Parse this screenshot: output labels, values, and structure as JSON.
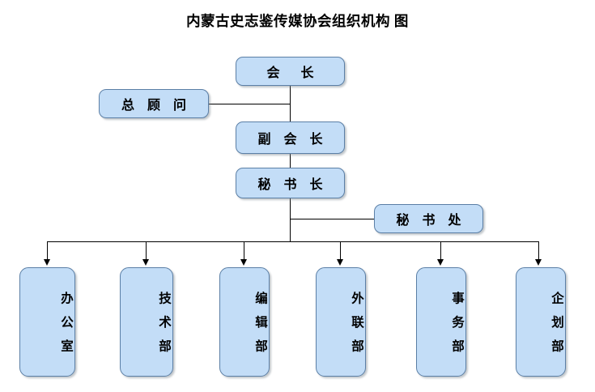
{
  "title": "内蒙古史志鉴传媒协会组织机构 图",
  "theme": {
    "node_fill": "#c3ddf7",
    "node_border": "#5b7fa6",
    "connector": "#000000",
    "background": "#ffffff",
    "text": "#000000"
  },
  "chart_data": {
    "type": "diagram",
    "diagram_type": "organization-chart",
    "title": "内蒙古史志鉴传媒协会组织机构 图",
    "orientation": "top-down",
    "nodes": [
      {
        "id": "president",
        "label": "会  长",
        "level": 0,
        "shape": "rounded-rect",
        "text_direction": "horizontal"
      },
      {
        "id": "chief-advisor",
        "label": "总 顾 问",
        "level": 1,
        "shape": "rounded-rect",
        "text_direction": "horizontal"
      },
      {
        "id": "vice-president",
        "label": "副 会 长",
        "level": 1,
        "shape": "rounded-rect",
        "text_direction": "horizontal"
      },
      {
        "id": "secretary-general",
        "label": "秘 书 长",
        "level": 2,
        "shape": "rounded-rect",
        "text_direction": "horizontal"
      },
      {
        "id": "secretariat",
        "label": "秘 书 处",
        "level": 3,
        "shape": "rounded-rect",
        "text_direction": "horizontal"
      },
      {
        "id": "office",
        "label": "办公室",
        "level": 4,
        "shape": "rounded-rect-tall",
        "text_direction": "vertical"
      },
      {
        "id": "technology-dept",
        "label": "技术部",
        "level": 4,
        "shape": "rounded-rect-tall",
        "text_direction": "vertical"
      },
      {
        "id": "editorial-dept",
        "label": "编辑部",
        "level": 4,
        "shape": "rounded-rect-tall",
        "text_direction": "vertical"
      },
      {
        "id": "liaison-dept",
        "label": "外联部",
        "level": 4,
        "shape": "rounded-rect-tall",
        "text_direction": "vertical"
      },
      {
        "id": "affairs-dept",
        "label": "事务部",
        "level": 4,
        "shape": "rounded-rect-tall",
        "text_direction": "vertical"
      },
      {
        "id": "planning-dept",
        "label": "企划部",
        "level": 4,
        "shape": "rounded-rect-tall",
        "text_direction": "vertical"
      }
    ],
    "edges": [
      {
        "from": "president",
        "to": "vice-president",
        "style": "line",
        "arrow": false
      },
      {
        "from": "chief-advisor",
        "to": "president",
        "style": "line",
        "arrow": false
      },
      {
        "from": "vice-president",
        "to": "secretary-general",
        "style": "line",
        "arrow": false
      },
      {
        "from": "secretary-general",
        "to": "secretariat",
        "style": "line",
        "arrow": false
      },
      {
        "from": "secretary-general",
        "to": "office",
        "style": "elbow",
        "arrow": true
      },
      {
        "from": "secretary-general",
        "to": "technology-dept",
        "style": "elbow",
        "arrow": true
      },
      {
        "from": "secretary-general",
        "to": "editorial-dept",
        "style": "elbow",
        "arrow": true
      },
      {
        "from": "secretary-general",
        "to": "liaison-dept",
        "style": "elbow",
        "arrow": true
      },
      {
        "from": "secretary-general",
        "to": "affairs-dept",
        "style": "elbow",
        "arrow": true
      },
      {
        "from": "secretary-general",
        "to": "planning-dept",
        "style": "elbow",
        "arrow": true
      }
    ]
  },
  "nodes": {
    "president": "会  长",
    "chief_advisor": "总 顾 问",
    "vice_president": "副 会 长",
    "secretary_general": "秘 书 长",
    "secretariat": "秘 书 处",
    "departments": [
      "办公室",
      "技术部",
      "编辑部",
      "外联部",
      "事务部",
      "企划部"
    ]
  }
}
